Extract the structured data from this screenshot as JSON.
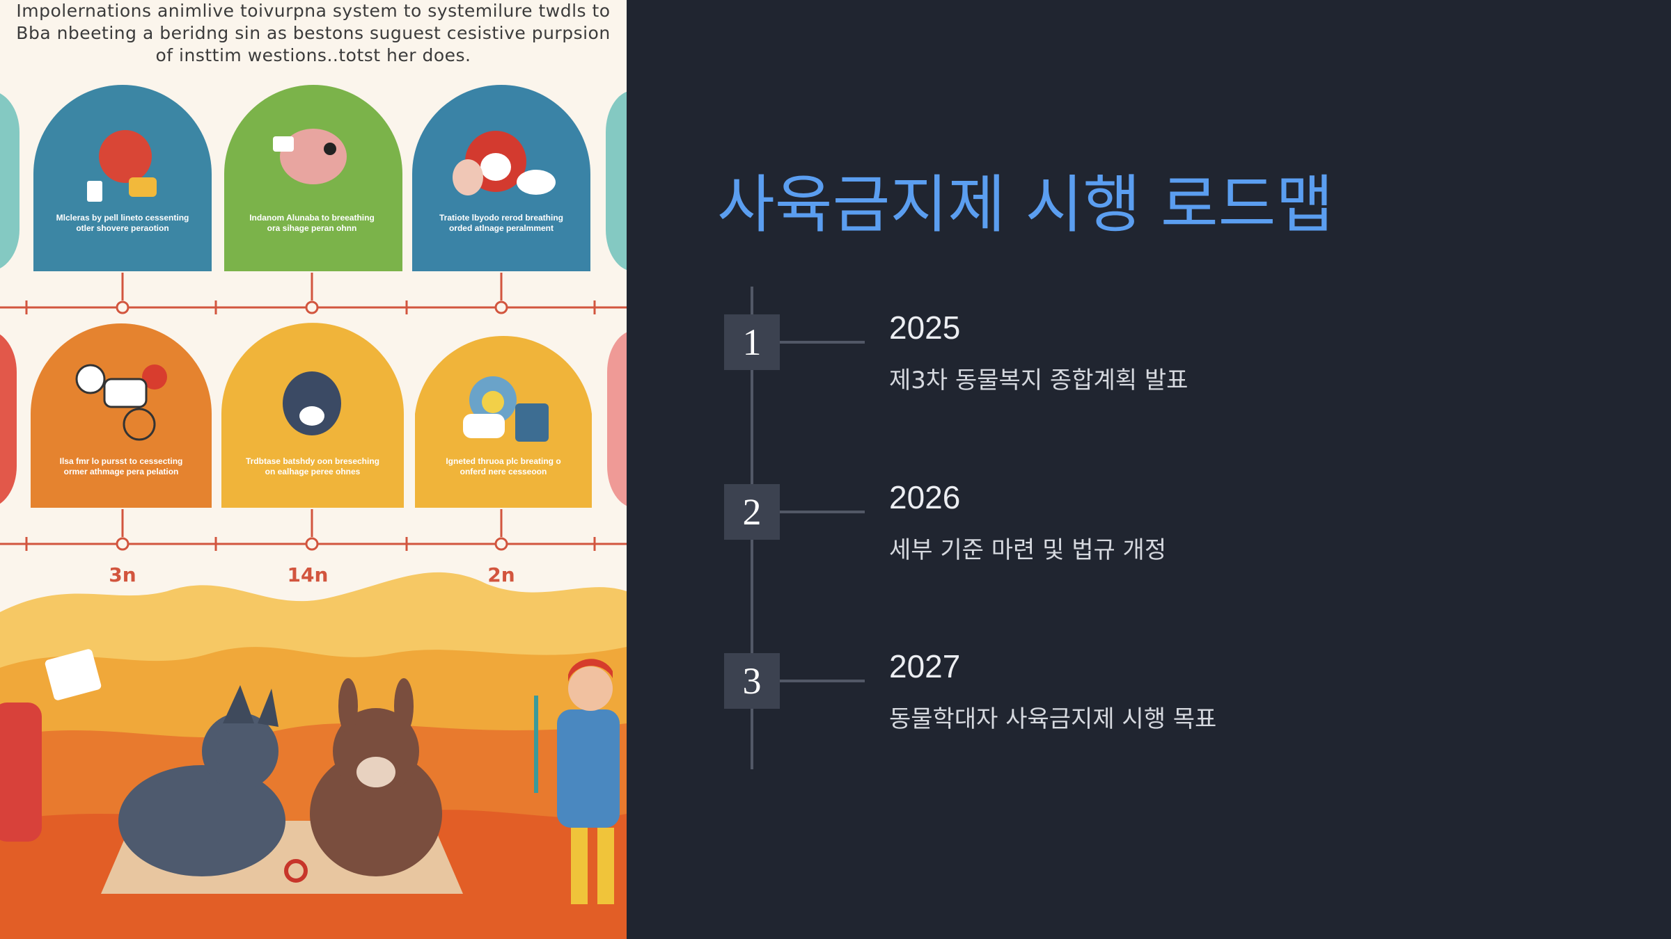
{
  "illustration": {
    "caption_lines": [
      "Impolernations animlive toivurpna system to systemilure twdls to",
      "Bba nbeeting a beridng sin as bestons suguest cesistive purpsion",
      "of insttim westions..totst her does."
    ],
    "card_labels": [
      "Mlcleras by pell lineto cessenting otler shovere peraotion",
      "Indanom Alunaba to breeathing ora sihage peran ohnn",
      "Tratiote lbyodo rerod breathing orded atlnage peralmment",
      "Ilsa fmr lo pursst to cessecting ormer athmage pera pelation",
      "Trdbtase batshdy oon breseching on ealhage peree ohnes",
      "Igneted thruoa plc breating o onferd nere cesseoon"
    ],
    "year_marks": [
      "3n",
      "14n",
      "2n"
    ]
  },
  "roadmap": {
    "title": "사육금지제 시행 로드맵",
    "steps": [
      {
        "number": "1",
        "year": "2025",
        "description": "제3차 동물복지 종합계획 발표"
      },
      {
        "number": "2",
        "year": "2026",
        "description": "세부 기준 마련 및 법규 개정"
      },
      {
        "number": "3",
        "year": "2027",
        "description": "동물학대자 사육금지제 시행 목표"
      }
    ]
  },
  "colors": {
    "background": "#202530",
    "title": "#5b9ef0",
    "step_box": "#3c4250",
    "timeline": "#525866",
    "text": "#eceef2"
  }
}
